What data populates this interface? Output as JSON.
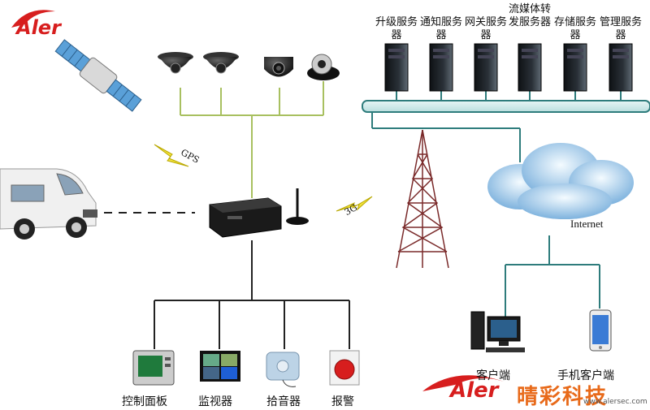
{
  "brand": {
    "logo_text": "Aler",
    "accent": "#d71e1e"
  },
  "servers": [
    {
      "label": "升级服务器"
    },
    {
      "label": "通知服务器"
    },
    {
      "label": "网关服务器"
    },
    {
      "label": "流媒体转发服务器"
    },
    {
      "label": "存储服务器"
    },
    {
      "label": "管理服务器"
    }
  ],
  "links": {
    "gps": "GPS",
    "g3": "3G"
  },
  "internet_label": "Internet",
  "peripherals": [
    {
      "label": "控制面板"
    },
    {
      "label": "监视器"
    },
    {
      "label": "拾音器"
    },
    {
      "label": "报警"
    }
  ],
  "clients": {
    "pc": "客户端",
    "mobile": "手机客户端"
  },
  "footer": {
    "brand_cn": "晴彩科技",
    "site": "www.alersec.com"
  },
  "colors": {
    "camera_bus": "#a8c060",
    "server_bus": "#2e7c7c",
    "wire": "#222222"
  }
}
